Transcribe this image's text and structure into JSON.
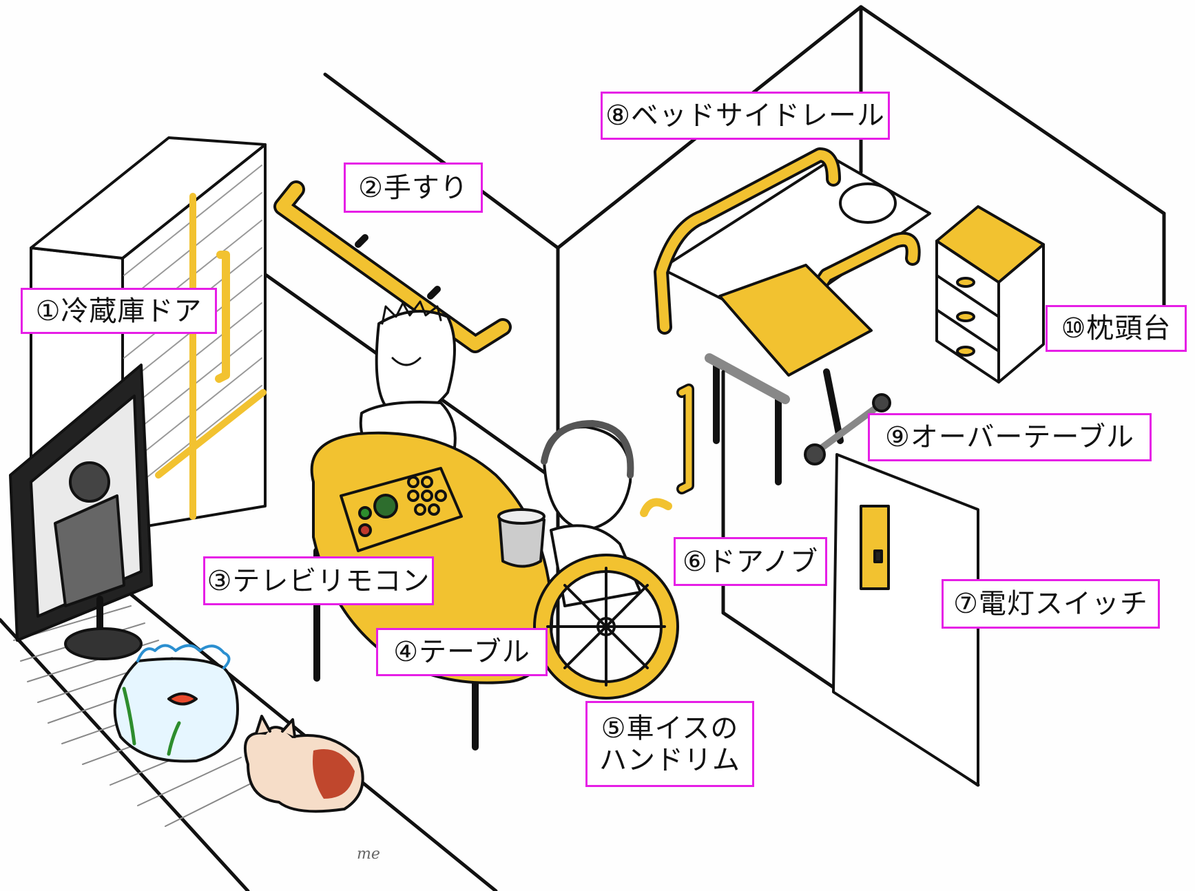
{
  "colors": {
    "accent_yellow": "#f2c230",
    "label_border": "#e61ee6",
    "ink": "#111111"
  },
  "labels": {
    "fridge_door": "①冷蔵庫ドア",
    "handrail": "②手すり",
    "tv_remote": "③テレビリモコン",
    "table": "④テーブル",
    "wheelchair_handrim_line1": "⑤車イスの",
    "wheelchair_handrim_line2": "ハンドリム",
    "door_knob": "⑥ドアノブ",
    "light_switch": "⑦電灯スイッチ",
    "bedside_rail": "⑧ベッドサイドレール",
    "overbed_table": "⑨オーバーテーブル",
    "bedside_cabinet": "⑩枕頭台"
  },
  "signature": "me"
}
